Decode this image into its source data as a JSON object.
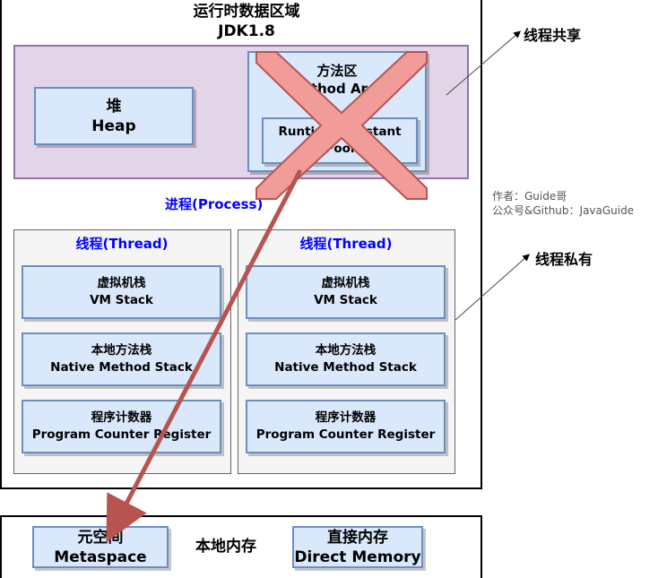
{
  "runtime": {
    "title_line1": "运行时数据区域",
    "title_line2": "JDK1.8"
  },
  "heap": {
    "line1": "堆",
    "line2": "Heap"
  },
  "method_area": {
    "line1": "方法区",
    "line2": "Method Area",
    "pool": "Runtime Constant Pool"
  },
  "process_label": "进程(Process)",
  "threads": [
    {
      "label": "线程(Thread)",
      "vm_stack": {
        "line1": "虚拟机栈",
        "line2": "VM Stack"
      },
      "native_stack": {
        "line1": "本地方法栈",
        "line2": "Native Method Stack"
      },
      "pc": {
        "line1": "程序计数器",
        "line2": "Program Counter Register"
      }
    },
    {
      "label": "线程(Thread)",
      "vm_stack": {
        "line1": "虚拟机栈",
        "line2": "VM Stack"
      },
      "native_stack": {
        "line1": "本地方法栈",
        "line2": "Native Method Stack"
      },
      "pc": {
        "line1": "程序计数器",
        "line2": "Program Counter Register"
      }
    }
  ],
  "side_labels": {
    "shared": "线程共享",
    "private": "线程私有"
  },
  "author": {
    "line1": "作者：Guide哥",
    "line2": "公众号&Github：JavaGuide"
  },
  "native_memory": {
    "metaspace": {
      "line1": "元空间",
      "line2": "Metaspace"
    },
    "label": "本地内存",
    "direct": {
      "line1": "直接内存",
      "line2": "Direct Memory"
    }
  },
  "colors": {
    "shared_fill": "#e1d5e7",
    "box_fill": "#dae8fc",
    "cross": "#f19c99",
    "arrow": "#b85450",
    "label_blue": "#0000ff"
  }
}
